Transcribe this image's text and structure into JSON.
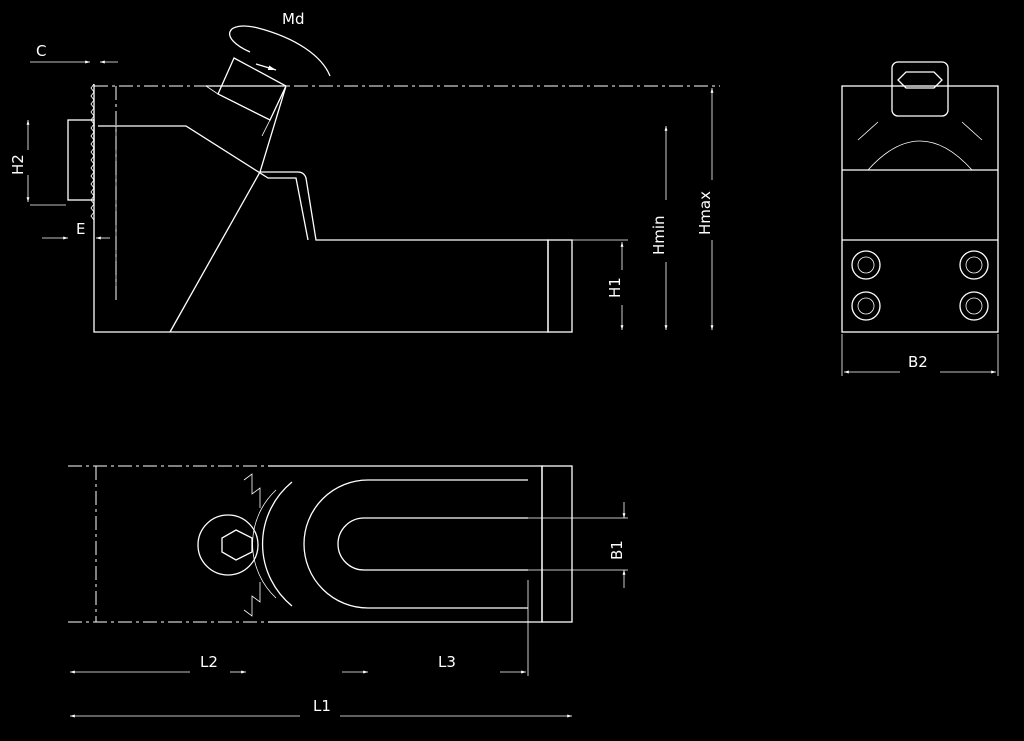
{
  "labels": {
    "md": "Md",
    "c": "C",
    "h2": "H2",
    "e": "E",
    "hmin": "Hmin",
    "hmax": "Hmax",
    "h1": "H1",
    "b2": "B2",
    "b1": "B1",
    "l2": "L2",
    "l3": "L3",
    "l1": "L1"
  }
}
